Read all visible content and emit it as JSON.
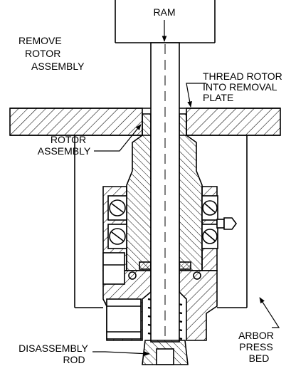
{
  "labels": {
    "ram": "RAM",
    "remove_1": "REMOVE",
    "remove_2": "ROTOR",
    "remove_3": "ASSEMBLY",
    "thread_1": "THREAD ROTOR",
    "thread_2": "INTO REMOVAL",
    "thread_3": "PLATE",
    "rotor_1": "ROTOR",
    "rotor_2": "ASSEMBLY",
    "disasm_1": "DISASSEMBLY",
    "disasm_2": "ROD",
    "arbor_1": "ARBOR",
    "arbor_2": "PRESS",
    "arbor_3": "BED"
  },
  "colors": {
    "line": "#000000",
    "background": "#ffffff"
  }
}
